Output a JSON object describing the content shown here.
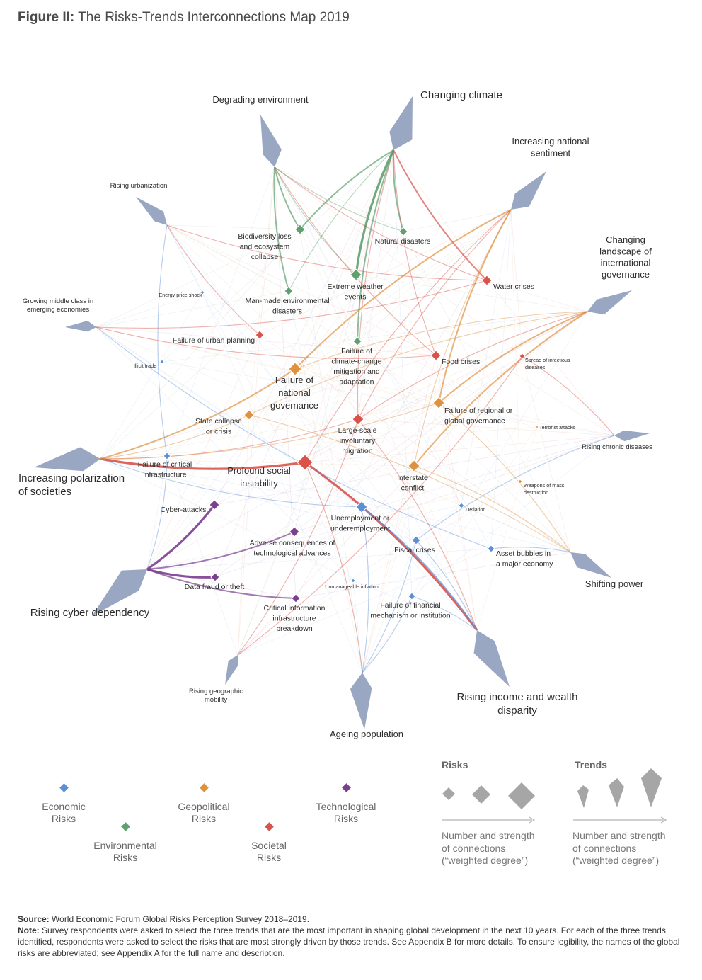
{
  "title": {
    "prefix": "Figure II:",
    "text": "The Risks-Trends Interconnections Map 2019"
  },
  "colors": {
    "economic": "#5b8fd6",
    "environmental": "#5fa06e",
    "geopolitical": "#e0913e",
    "societal": "#d9534a",
    "technological": "#7b3f8f",
    "trend": "#9aa7c2"
  },
  "trends": [
    {
      "id": "climate",
      "label": [
        "Changing climate"
      ],
      "size": "lg"
    },
    {
      "id": "national",
      "label": [
        "Increasing national",
        "sentiment"
      ],
      "size": "md"
    },
    {
      "id": "governance",
      "label": [
        "Changing",
        "landscape of",
        "international",
        "governance"
      ],
      "size": "md"
    },
    {
      "id": "chronic",
      "label": [
        "Rising chronic diseases"
      ],
      "size": "sm"
    },
    {
      "id": "shifting",
      "label": [
        "Shifting power"
      ],
      "size": "md"
    },
    {
      "id": "income",
      "label": [
        "Rising income and wealth",
        "disparity"
      ],
      "size": "lg"
    },
    {
      "id": "ageing",
      "label": [
        "Ageing population"
      ],
      "size": "md"
    },
    {
      "id": "mobility",
      "label": [
        "Rising geographic",
        "mobility"
      ],
      "size": "sm"
    },
    {
      "id": "cyber",
      "label": [
        "Rising cyber dependency"
      ],
      "size": "lg"
    },
    {
      "id": "polarization",
      "label": [
        "Increasing polarization",
        "of societies"
      ],
      "size": "lg"
    },
    {
      "id": "middle",
      "label": [
        "Growing middle class in",
        "emerging economies"
      ],
      "size": "sm"
    },
    {
      "id": "urbanization",
      "label": [
        "Rising urbanization"
      ],
      "size": "sm"
    },
    {
      "id": "environment",
      "label": [
        "Degrading environment"
      ],
      "size": "md"
    }
  ],
  "risks": [
    {
      "id": "biodiversity",
      "cat": "environmental",
      "label": [
        "Biodiversity loss",
        "and ecosystem",
        "collapse"
      ]
    },
    {
      "id": "natural",
      "cat": "environmental",
      "label": [
        "Natural disasters"
      ]
    },
    {
      "id": "extreme",
      "cat": "environmental",
      "label": [
        "Extreme weather",
        "events"
      ]
    },
    {
      "id": "manmade",
      "cat": "environmental",
      "label": [
        "Man-made environmental",
        "disasters"
      ]
    },
    {
      "id": "climatefail",
      "cat": "environmental",
      "label": [
        "Failure of",
        "climate-change",
        "mitigation and",
        "adaptation"
      ]
    },
    {
      "id": "water",
      "cat": "societal",
      "label": [
        "Water crises"
      ]
    },
    {
      "id": "energy",
      "cat": "economic",
      "label": [
        "Energy price shock"
      ]
    },
    {
      "id": "urbanplan",
      "cat": "societal",
      "label": [
        "Failure of urban planning"
      ]
    },
    {
      "id": "illicit",
      "cat": "economic",
      "label": [
        "Illicit trade"
      ]
    },
    {
      "id": "food",
      "cat": "societal",
      "label": [
        "Food crises"
      ]
    },
    {
      "id": "infectious",
      "cat": "societal",
      "label": [
        "Spread of infectious",
        "diseases"
      ]
    },
    {
      "id": "natgov",
      "cat": "geopolitical",
      "label": [
        "Failure of",
        "national",
        "governance"
      ]
    },
    {
      "id": "regional",
      "cat": "geopolitical",
      "label": [
        "Failure of regional or",
        "global governance"
      ]
    },
    {
      "id": "statecollapse",
      "cat": "geopolitical",
      "label": [
        "State collapse",
        "or crisis"
      ]
    },
    {
      "id": "migration",
      "cat": "societal",
      "label": [
        "Large-scale",
        "involuntary",
        "migration"
      ]
    },
    {
      "id": "terrorist",
      "cat": "geopolitical",
      "label": [
        "Terrorist attacks"
      ]
    },
    {
      "id": "infrastructure",
      "cat": "economic",
      "label": [
        "Failure of critical",
        "infrastructure"
      ]
    },
    {
      "id": "instability",
      "cat": "societal",
      "label": [
        "Profound social",
        "instability"
      ]
    },
    {
      "id": "interstate",
      "cat": "geopolitical",
      "label": [
        "Interstate",
        "conflict"
      ]
    },
    {
      "id": "wmd",
      "cat": "geopolitical",
      "label": [
        "Weapons of mass",
        "destruction"
      ]
    },
    {
      "id": "cyberattacks",
      "cat": "technological",
      "label": [
        "Cyber-attacks"
      ]
    },
    {
      "id": "unemployment",
      "cat": "economic",
      "label": [
        "Unemployment or",
        "underemployment"
      ]
    },
    {
      "id": "deflation",
      "cat": "economic",
      "label": [
        "Deflation"
      ]
    },
    {
      "id": "techadverse",
      "cat": "technological",
      "label": [
        "Adverse consequences of",
        "technological advances"
      ]
    },
    {
      "id": "fiscal",
      "cat": "economic",
      "label": [
        "Fiscal crises"
      ]
    },
    {
      "id": "assetbubble",
      "cat": "economic",
      "label": [
        "Asset bubbles in",
        "a major economy"
      ]
    },
    {
      "id": "datafraud",
      "cat": "technological",
      "label": [
        "Data fraud or theft"
      ]
    },
    {
      "id": "inflation",
      "cat": "economic",
      "label": [
        "Unmanageable inflation"
      ]
    },
    {
      "id": "critinfo",
      "cat": "technological",
      "label": [
        "Critical information",
        "infrastructure",
        "breakdown"
      ]
    },
    {
      "id": "financial",
      "cat": "economic",
      "label": [
        "Failure of financial",
        "mechanism or institution"
      ]
    }
  ],
  "links": [
    [
      "climate",
      "extreme",
      3
    ],
    [
      "climate",
      "natural",
      2
    ],
    [
      "climate",
      "biodiversity",
      2
    ],
    [
      "climate",
      "climatefail",
      2
    ],
    [
      "climate",
      "water",
      2
    ],
    [
      "climate",
      "food",
      1
    ],
    [
      "climate",
      "migration",
      1
    ],
    [
      "climate",
      "manmade",
      1
    ],
    [
      "environment",
      "biodiversity",
      2
    ],
    [
      "environment",
      "manmade",
      2
    ],
    [
      "environment",
      "extreme",
      1
    ],
    [
      "environment",
      "water",
      1
    ],
    [
      "environment",
      "natural",
      1
    ],
    [
      "environment",
      "food",
      1
    ],
    [
      "national",
      "natgov",
      2
    ],
    [
      "national",
      "regional",
      2
    ],
    [
      "national",
      "interstate",
      1
    ],
    [
      "national",
      "instability",
      1
    ],
    [
      "national",
      "migration",
      1
    ],
    [
      "governance",
      "regional",
      2
    ],
    [
      "governance",
      "interstate",
      2
    ],
    [
      "governance",
      "statecollapse",
      1
    ],
    [
      "governance",
      "natgov",
      1
    ],
    [
      "governance",
      "migration",
      1
    ],
    [
      "polarization",
      "instability",
      3
    ],
    [
      "polarization",
      "natgov",
      2
    ],
    [
      "polarization",
      "unemployment",
      1
    ],
    [
      "polarization",
      "statecollapse",
      1
    ],
    [
      "polarization",
      "migration",
      1
    ],
    [
      "polarization",
      "regional",
      1
    ],
    [
      "cyber",
      "cyberattacks",
      3
    ],
    [
      "cyber",
      "datafraud",
      3
    ],
    [
      "cyber",
      "critinfo",
      2
    ],
    [
      "cyber",
      "techadverse",
      2
    ],
    [
      "cyber",
      "infrastructure",
      1
    ],
    [
      "income",
      "instability",
      3
    ],
    [
      "income",
      "unemployment",
      2
    ],
    [
      "income",
      "fiscal",
      1
    ],
    [
      "income",
      "financial",
      1
    ],
    [
      "income",
      "migration",
      1
    ],
    [
      "ageing",
      "fiscal",
      1
    ],
    [
      "ageing",
      "unemployment",
      1
    ],
    [
      "ageing",
      "instability",
      1
    ],
    [
      "ageing",
      "financial",
      1
    ],
    [
      "shifting",
      "interstate",
      1
    ],
    [
      "shifting",
      "regional",
      1
    ],
    [
      "shifting",
      "assetbubble",
      1
    ],
    [
      "shifting",
      "statecollapse",
      1
    ],
    [
      "urbanization",
      "urbanplan",
      1
    ],
    [
      "urbanization",
      "water",
      1
    ],
    [
      "urbanization",
      "infrastructure",
      1
    ],
    [
      "mobility",
      "migration",
      1
    ],
    [
      "mobility",
      "infectious",
      1
    ],
    [
      "middle",
      "water",
      1
    ],
    [
      "middle",
      "food",
      1
    ],
    [
      "middle",
      "assetbubble",
      1
    ],
    [
      "chronic",
      "fiscal",
      1
    ],
    [
      "chronic",
      "infectious",
      1
    ]
  ],
  "legend": {
    "categories": [
      {
        "cat": "economic",
        "label": [
          "Economic",
          "Risks"
        ]
      },
      {
        "cat": "environmental",
        "label": [
          "Environmental",
          "Risks"
        ]
      },
      {
        "cat": "geopolitical",
        "label": [
          "Geopolitical",
          "Risks"
        ]
      },
      {
        "cat": "societal",
        "label": [
          "Societal",
          "Risks"
        ]
      },
      {
        "cat": "technological",
        "label": [
          "Technological",
          "Risks"
        ]
      }
    ],
    "risks_title": "Risks",
    "trends_title": "Trends",
    "risks_note": [
      "Number and strength",
      "of connections",
      "(“weighted degree”)"
    ],
    "trends_note": [
      "Number and strength",
      "of connections",
      "(“weighted degree”)"
    ]
  },
  "footer": {
    "source_label": "Source:",
    "source_text": "World Economic Forum Global Risks Perception Survey 2018–2019.",
    "note_label": "Note:",
    "note_text": "Survey respondents were asked to select the three trends that are the most important in shaping global development in the next 10 years. For each of the three trends identified, respondents were asked to select the risks that are most strongly driven by those trends. See Appendix B for more details. To ensure legibility, the names of the global risks are abbreviated; see Appendix A for the full name and description."
  }
}
